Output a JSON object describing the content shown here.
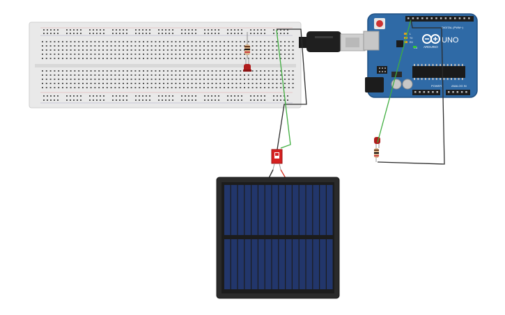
{
  "arduino": {
    "brand": "ARDUINO",
    "model": "UNO",
    "digital_label": "DIGITAL (PWM~)",
    "power_label": "POWER",
    "analog_label": "ANALOG IN",
    "on_label": "ON",
    "tx_label": "TX",
    "rx_label": "RX",
    "l_label": "L",
    "board_color": "#2f6aa6",
    "board_edge_color": "#1f4f82"
  },
  "components": {
    "breadboard": "breadboard",
    "usb_cable": "usb-cable",
    "solar_panel": "solar-panel",
    "slide_switch": "slide-switch",
    "led_on_breadboard": "red-led",
    "led_near_arduino": "red-led",
    "resistor_on_breadboard": "resistor",
    "resistor_near_arduino": "resistor"
  },
  "colors": {
    "wire_black": "#2b2b2b",
    "wire_green": "#3fae3f",
    "wire_red": "#d33b2c",
    "led_red": "#b01c1c",
    "switch_red": "#d62020",
    "panel_frame": "#2a2a2a",
    "panel_cell": "#22366b"
  }
}
